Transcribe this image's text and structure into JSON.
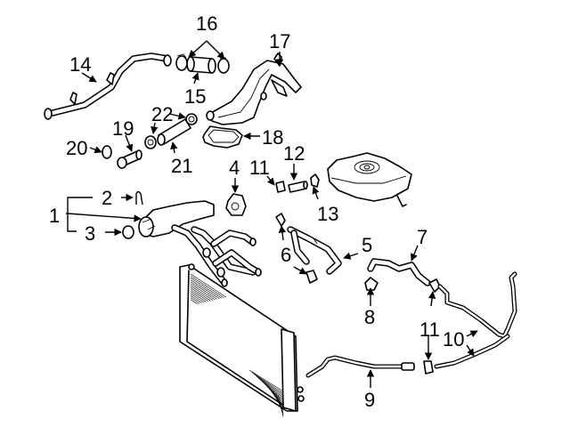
{
  "diagram": {
    "subject": "Engine cooling system - radiator, hoses, pipes and coolant reservoir (exploded parts view)",
    "colors": {
      "ink": "#000000",
      "background": "#ffffff"
    },
    "callouts": [
      {
        "id": "c1",
        "label": "1"
      },
      {
        "id": "c2",
        "label": "2"
      },
      {
        "id": "c3",
        "label": "3"
      },
      {
        "id": "c4",
        "label": "4"
      },
      {
        "id": "c5",
        "label": "5"
      },
      {
        "id": "c6",
        "label": "6"
      },
      {
        "id": "c7",
        "label": "7"
      },
      {
        "id": "c8",
        "label": "8"
      },
      {
        "id": "c9",
        "label": "9"
      },
      {
        "id": "c10",
        "label": "10"
      },
      {
        "id": "c11a",
        "label": "11"
      },
      {
        "id": "c11b",
        "label": "11"
      },
      {
        "id": "c12",
        "label": "12"
      },
      {
        "id": "c13",
        "label": "13"
      },
      {
        "id": "c14",
        "label": "14"
      },
      {
        "id": "c15",
        "label": "15"
      },
      {
        "id": "c16",
        "label": "16"
      },
      {
        "id": "c17",
        "label": "17"
      },
      {
        "id": "c18",
        "label": "18"
      },
      {
        "id": "c19",
        "label": "19"
      },
      {
        "id": "c20",
        "label": "20"
      },
      {
        "id": "c21",
        "label": "21"
      },
      {
        "id": "c22",
        "label": "22"
      }
    ]
  }
}
